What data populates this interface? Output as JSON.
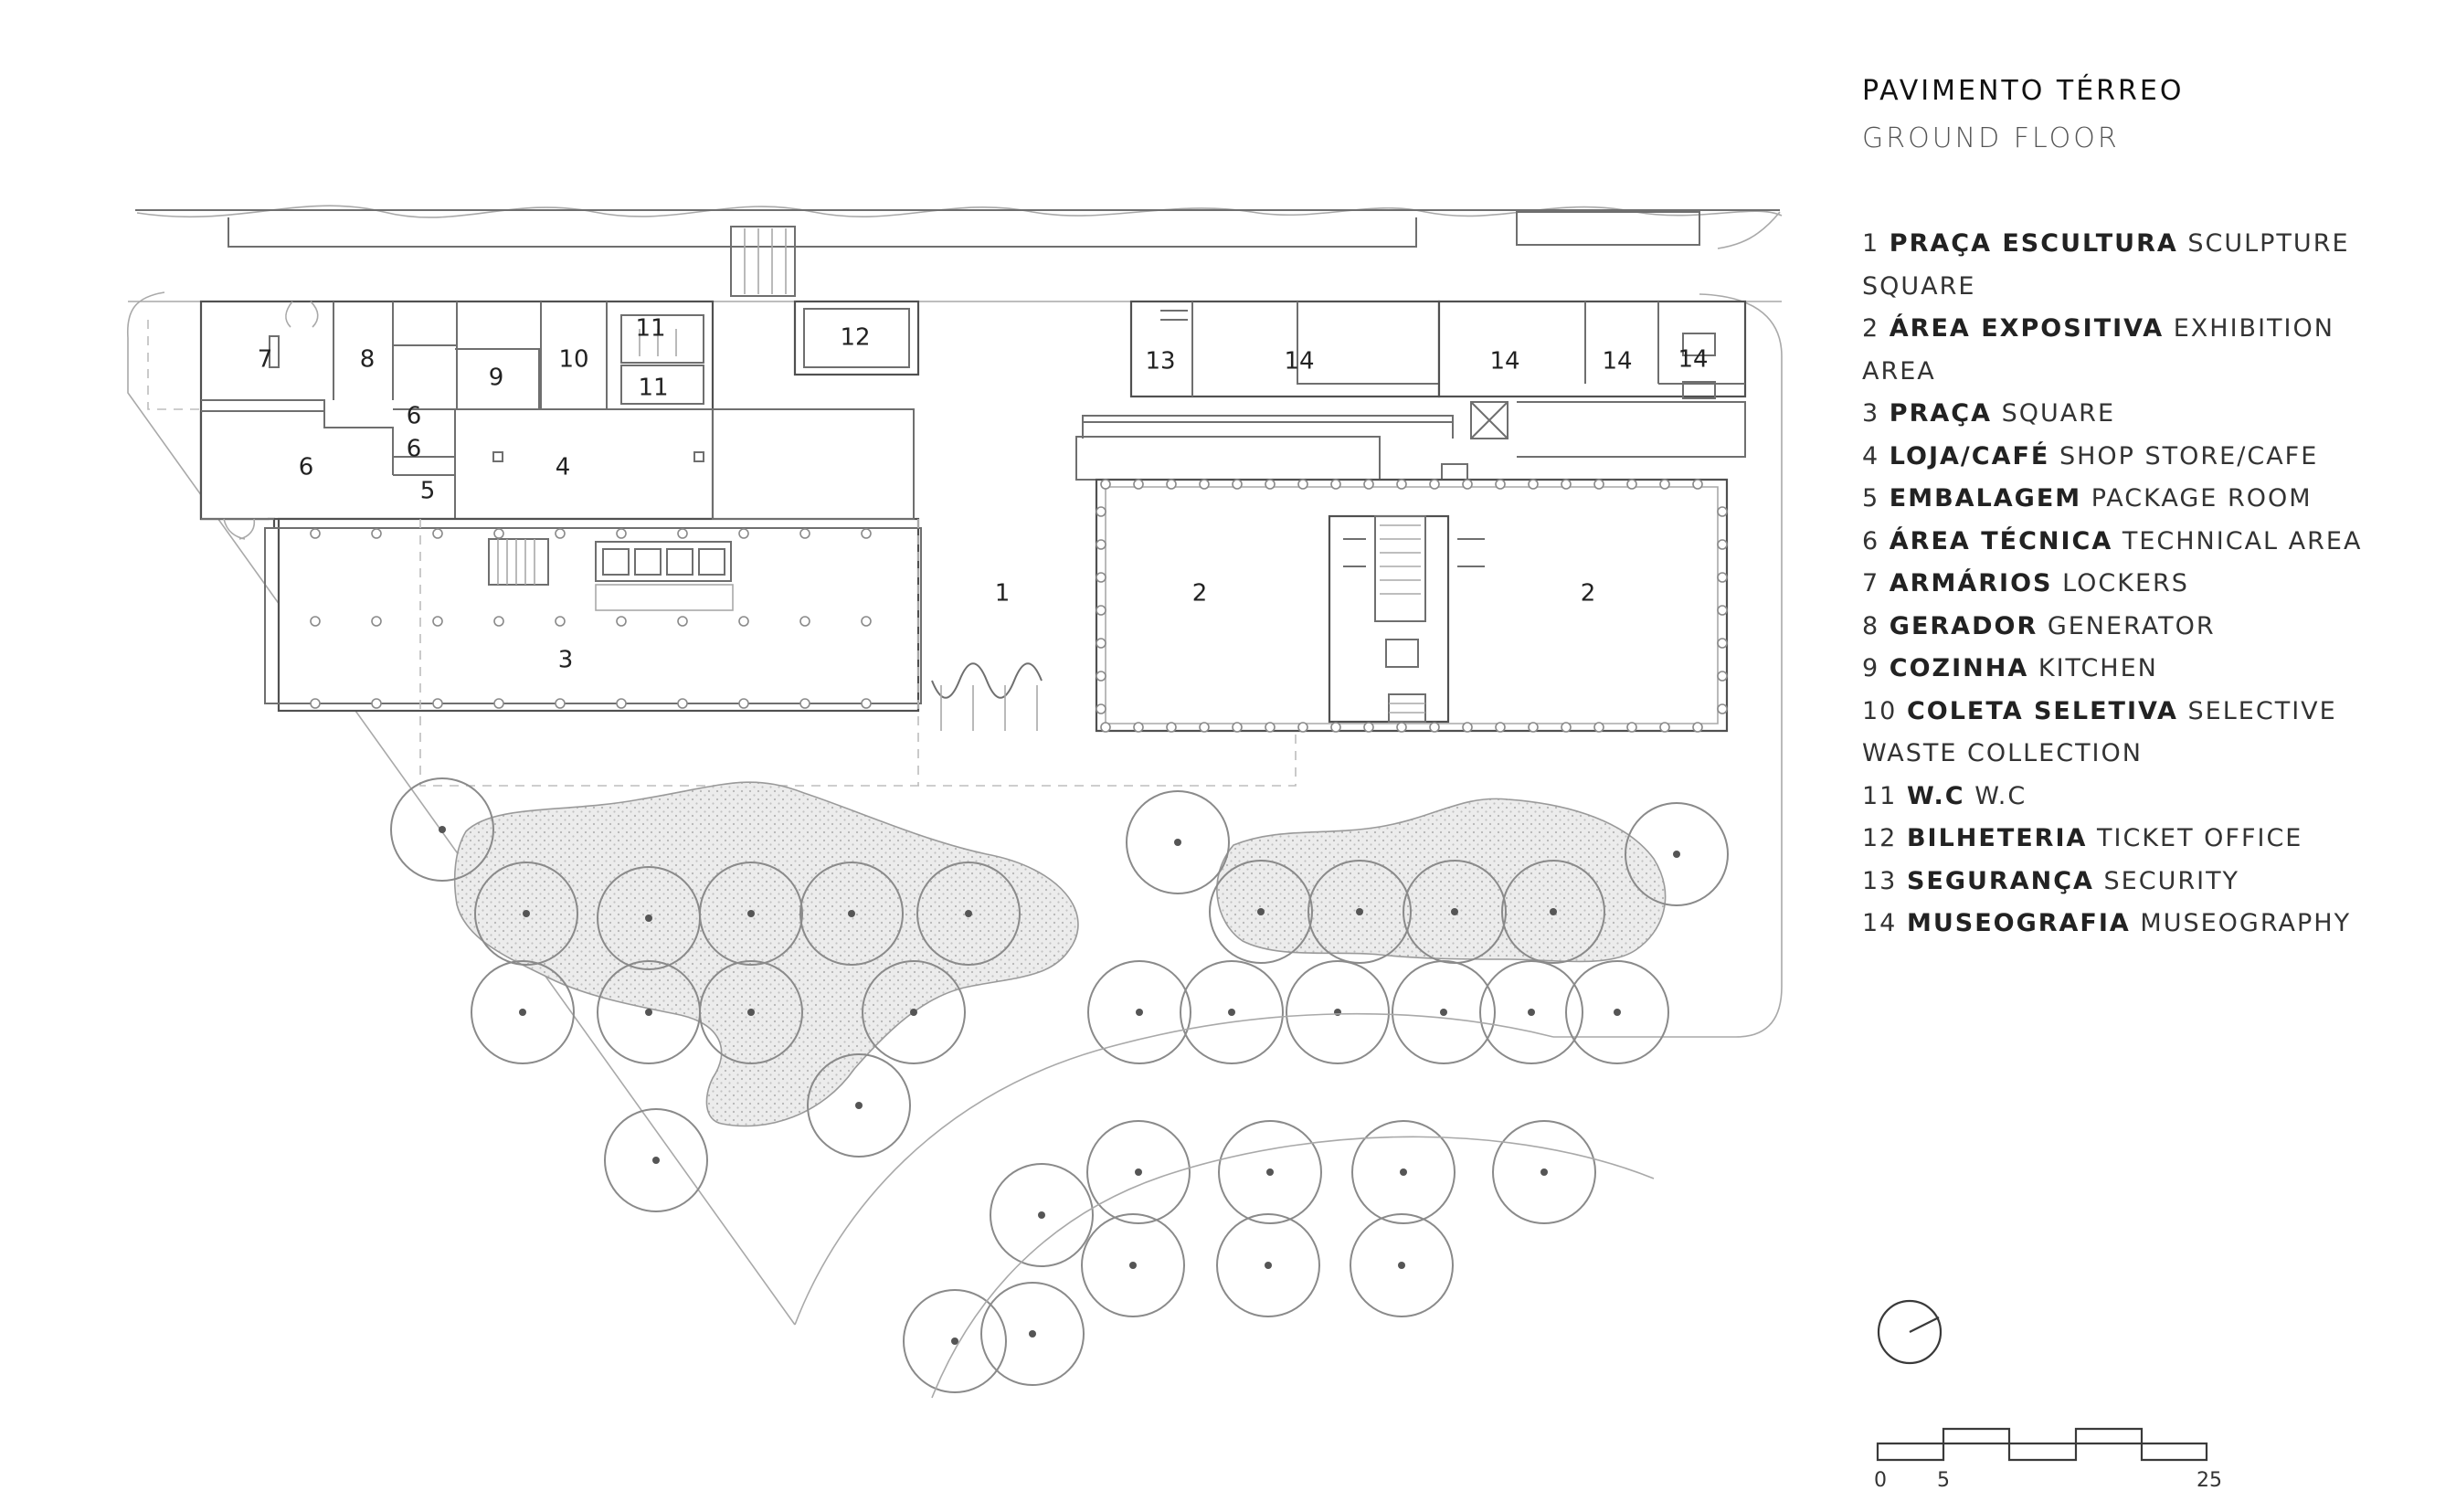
{
  "sheet": {
    "title": "PAVIMENTO TÉRREO",
    "subtitle": "GROUND FLOOR"
  },
  "legend": [
    {
      "num": "1",
      "pt": "PRAÇA ESCULTURA",
      "en": "SCULPTURE SQUARE"
    },
    {
      "num": "2",
      "pt": "ÁREA EXPOSITIVA",
      "en": "EXHIBITION AREA"
    },
    {
      "num": "3",
      "pt": "PRAÇA",
      "en": "SQUARE"
    },
    {
      "num": "4",
      "pt": "LOJA/CAFÉ",
      "en": "SHOP STORE/CAFE"
    },
    {
      "num": "5",
      "pt": "EMBALAGEM",
      "en": "PACKAGE ROOM"
    },
    {
      "num": "6",
      "pt": "ÁREA TÉCNICA",
      "en": "TECHNICAL AREA"
    },
    {
      "num": "7",
      "pt": "ARMÁRIOS",
      "en": "LOCKERS"
    },
    {
      "num": "8",
      "pt": "GERADOR",
      "en": "GENERATOR"
    },
    {
      "num": "9",
      "pt": "COZINHA",
      "en": "KITCHEN"
    },
    {
      "num": "10",
      "pt": "COLETA SELETIVA",
      "en": "SELECTIVE WASTE COLLECTION"
    },
    {
      "num": "11",
      "pt": "W.C",
      "en": "W.C"
    },
    {
      "num": "12",
      "pt": "BILHETERIA",
      "en": "TICKET OFFICE"
    },
    {
      "num": "13",
      "pt": "SEGURANÇA",
      "en": "SECURITY"
    },
    {
      "num": "14",
      "pt": "MUSEOGRAFIA",
      "en": "MUSEOGRAPHY"
    }
  ],
  "plan_labels": {
    "r1": "1",
    "r2a": "2",
    "r2b": "2",
    "r3": "3",
    "r4": "4",
    "r5": "5",
    "r6a": "6",
    "r6b": "6",
    "r6c": "6",
    "r7": "7",
    "r8": "8",
    "r9": "9",
    "r10": "10",
    "r11a": "11",
    "r11b": "11",
    "r12": "12",
    "r13": "13",
    "r14a": "14",
    "r14b": "14",
    "r14c": "14",
    "r14d": "14"
  },
  "scale_bar": {
    "start": "0",
    "mid": "5",
    "end": "25"
  },
  "colors": {
    "line": "#6f6f6f",
    "light_line": "#a9a9a9",
    "text": "#222222"
  },
  "icons": {
    "north_arrow": "north-arrow-icon"
  }
}
